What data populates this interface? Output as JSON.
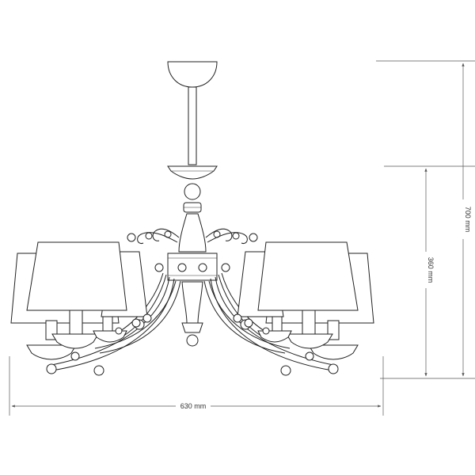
{
  "dimensions": {
    "width": "630 mm",
    "total_height": "700 mm",
    "body_height": "360 mm"
  },
  "colors": {
    "line": "#222222",
    "dimension_line": "#555555",
    "background": "#ffffff"
  }
}
